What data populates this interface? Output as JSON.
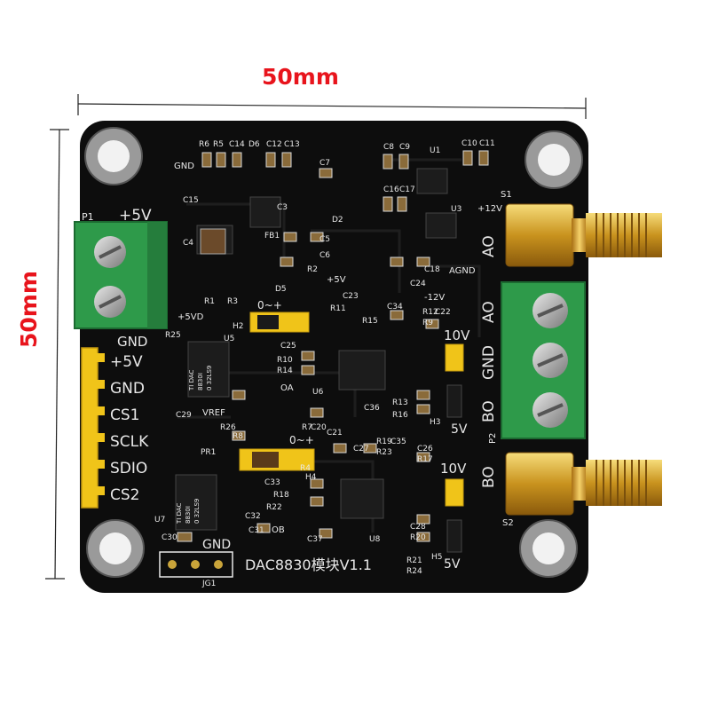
{
  "dimensions": {
    "width_label": "50mm",
    "height_label": "50mm"
  },
  "board": {
    "title": "DAC8830模块V1.1",
    "pcb_color": "#0d0d0d",
    "silkscreen_color": "#e8e8e8",
    "terminal_color": "#2e9a4a",
    "header_color": "#f0c419",
    "power_terminal": {
      "ref": "P1",
      "label": "+5V",
      "pins": [
        "GND"
      ]
    },
    "output_terminal": {
      "ref": "P2",
      "pins": [
        "AO",
        "GND",
        "BO"
      ]
    },
    "header_pins": [
      "+5V",
      "GND",
      "CS1",
      "SCLK",
      "SDIO",
      "CS2"
    ],
    "sma_a": {
      "label": "AO"
    },
    "sma_b": {
      "label": "BO",
      "ref": "S2"
    },
    "jumper_a_top": "10V",
    "jumper_a_bottom": "5V",
    "jumper_b_top": "10V",
    "jumper_b_bottom": "5V",
    "jumper_h2": "0~+",
    "jumper_h4": "0~+",
    "gnd_label": "GND",
    "jg1_label": "JG1",
    "ic_text": [
      "TI DAC",
      "8830I",
      "0 32LS9"
    ],
    "small_labels": [
      "+12V",
      "-12V",
      "AGND",
      "+5V",
      "+5VD",
      "VREF",
      "OA",
      "OB",
      "S1",
      "GND"
    ],
    "component_refs": [
      "R6",
      "R5",
      "C14",
      "D6",
      "C12",
      "C13",
      "C8",
      "C9",
      "U1",
      "C10",
      "C11",
      "C15",
      "C7",
      "C16",
      "C17",
      "U3",
      "C4",
      "C3",
      "D2",
      "FB1",
      "C5",
      "C6",
      "R2",
      "D5",
      "C18",
      "R1",
      "R3",
      "C23",
      "C24",
      "C34",
      "C22",
      "R12",
      "R9",
      "R15",
      "U5",
      "C25",
      "R10",
      "R14",
      "U6",
      "C29",
      "R26",
      "R8",
      "C20",
      "C36",
      "R13",
      "R16",
      "H3",
      "R7",
      "R4",
      "C21",
      "C26",
      "C27",
      "R19",
      "R23",
      "R17",
      "C35",
      "PR1",
      "C33",
      "R18",
      "R22",
      "C32",
      "C28",
      "R20",
      "R21",
      "R24",
      "H5",
      "U7",
      "C30",
      "C37",
      "U8",
      "C31",
      "H2",
      "H4",
      "R25",
      "R11"
    ]
  }
}
